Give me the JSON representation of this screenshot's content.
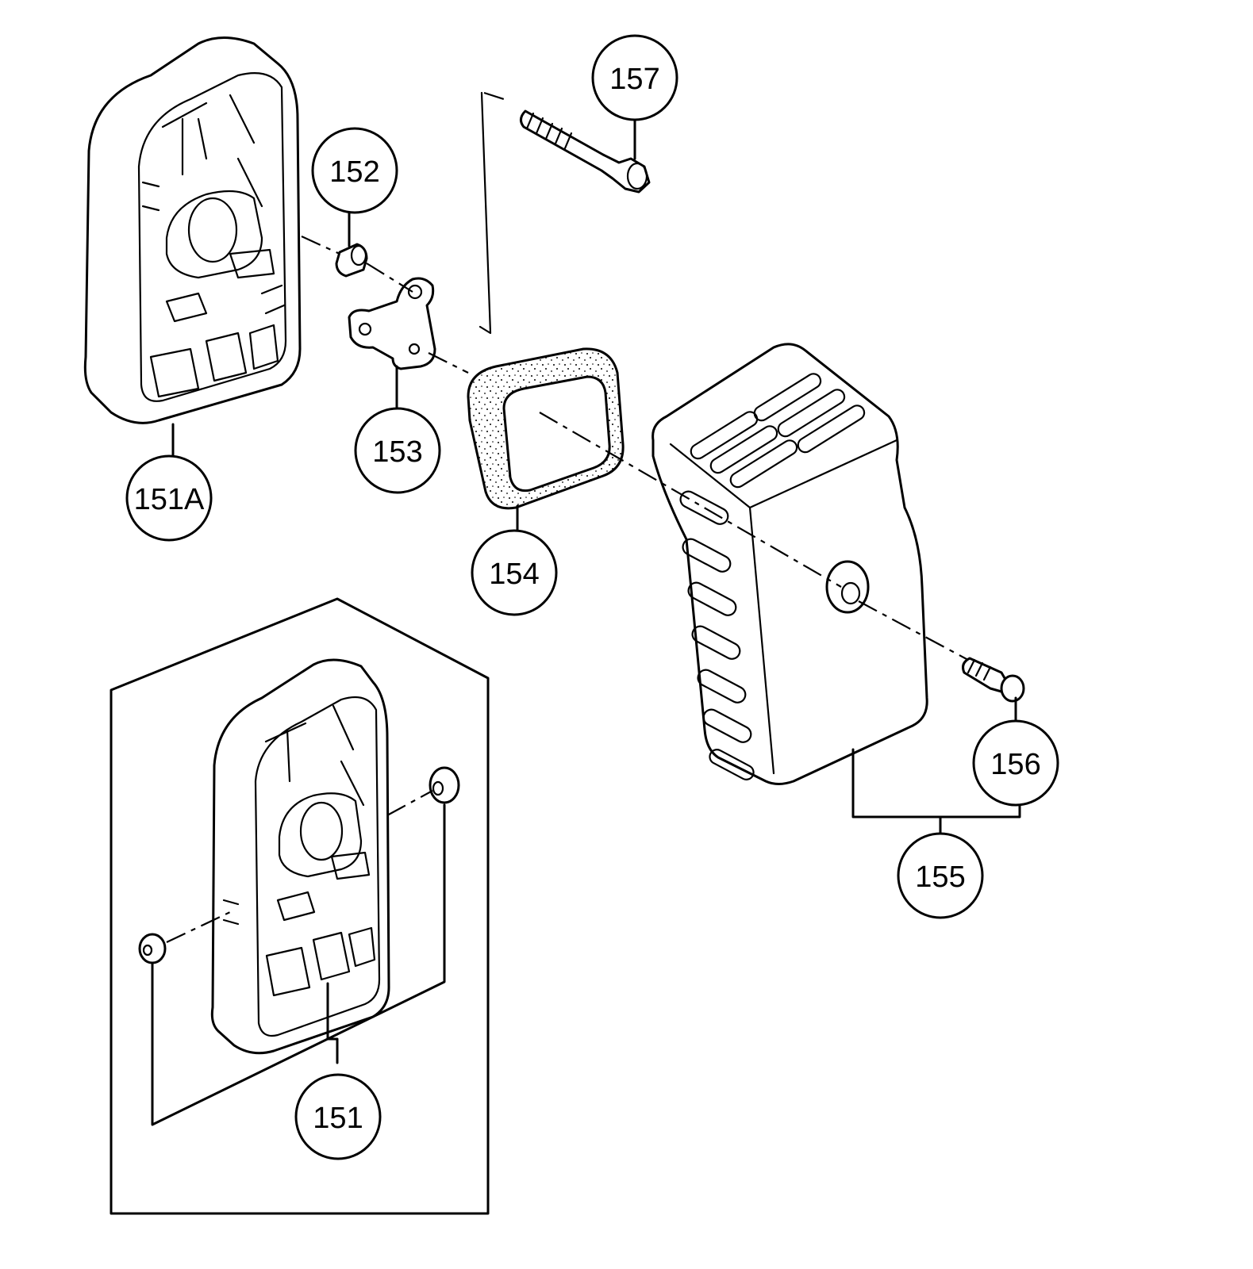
{
  "callouts": [
    {
      "id": "151A",
      "label": "151A"
    },
    {
      "id": "152",
      "label": "152"
    },
    {
      "id": "153",
      "label": "153"
    },
    {
      "id": "154",
      "label": "154"
    },
    {
      "id": "155",
      "label": "155"
    },
    {
      "id": "156",
      "label": "156"
    },
    {
      "id": "157",
      "label": "157"
    },
    {
      "id": "151",
      "label": "151"
    }
  ]
}
